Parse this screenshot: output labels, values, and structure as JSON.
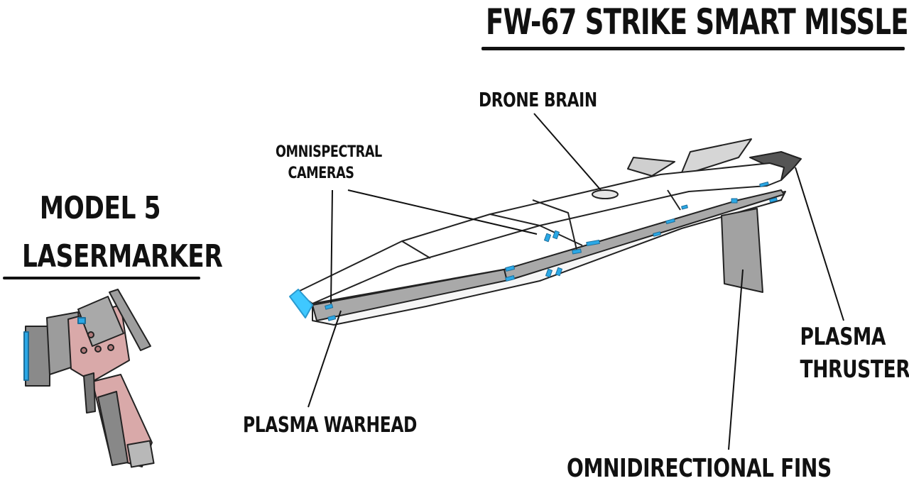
{
  "title": "FW-67 STRIKE SMART MISSLE",
  "model": {
    "line1": "MODEL 5",
    "line2": "LASERMARKER"
  },
  "callouts": {
    "drone_brain": "DRONE BRAIN",
    "cameras_line1": "OMNISPECTRAL",
    "cameras_line2": "CAMERAS",
    "warhead": "PLASMA WARHEAD",
    "thruster_line1": "PLASMA",
    "thruster_line2": "THRUSTER",
    "fins": "OMNIDIRECTIONAL FINS"
  },
  "colors": {
    "ink": "#111111",
    "accent_blue": "#29a3e0",
    "glow_blue": "#4fd0ff",
    "metal_gray": "#9a9a9a",
    "skin_pink": "#d9a9a9"
  }
}
